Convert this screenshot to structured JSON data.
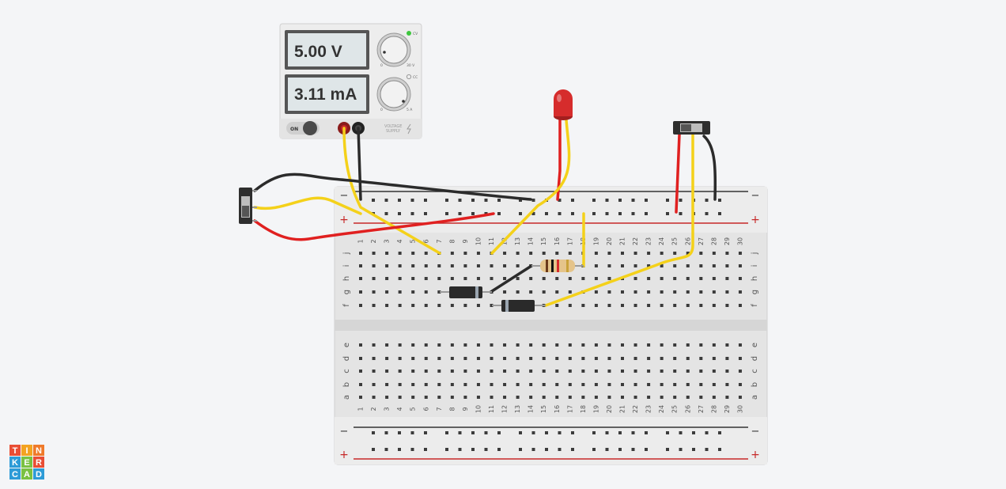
{
  "power_supply": {
    "voltage_display": "5.00 V",
    "current_display": "3.11 mA",
    "on_label": "ON",
    "voltage_knob_min": "0",
    "voltage_knob_max": "30 V",
    "current_knob_min": "0",
    "current_knob_max": "5 A",
    "cv_indicator": "CV",
    "cc_indicator": "CC",
    "brand_line1": "VOLTAGE",
    "brand_line2": "SUPPLY",
    "cv_led_color": "#3ec63e"
  },
  "breadboard": {
    "minus_symbol": "−",
    "plus_symbol": "+",
    "column_labels": [
      "1",
      "2",
      "3",
      "4",
      "5",
      "6",
      "7",
      "8",
      "9",
      "10",
      "11",
      "12",
      "13",
      "14",
      "15",
      "16",
      "17",
      "18",
      "19",
      "20",
      "21",
      "22",
      "23",
      "24",
      "25",
      "26",
      "27",
      "28",
      "29",
      "30"
    ],
    "top_row_labels": [
      "j",
      "i",
      "h",
      "g",
      "f"
    ],
    "bottom_row_labels": [
      "e",
      "d",
      "c",
      "b",
      "a"
    ]
  },
  "components": {
    "led_color": "#d62c2c",
    "resistor_body_color": "#e5c48a",
    "diode_body_color": "#2a2a2a",
    "wire_colors": {
      "red": "#e02020",
      "yellow": "#f4d11a",
      "black": "#2b2b2b"
    }
  },
  "logo": {
    "letters": [
      "T",
      "I",
      "N",
      "K",
      "E",
      "R",
      "C",
      "A",
      "D"
    ]
  }
}
